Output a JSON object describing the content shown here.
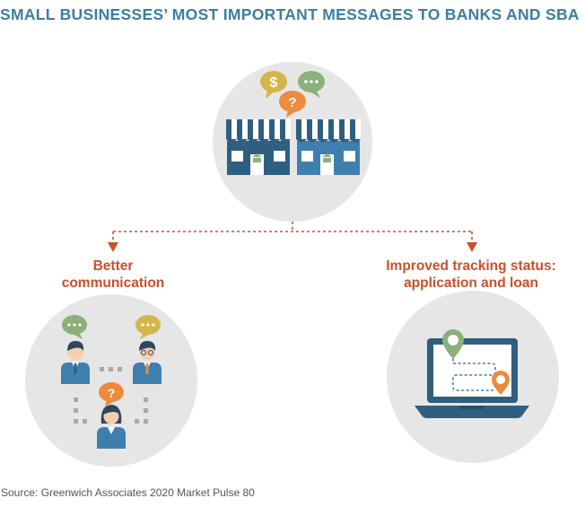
{
  "title": "SMALL BUSINESSES’ MOST IMPORTANT MESSAGES TO BANKS AND SBA",
  "left_label": {
    "line1": "Better",
    "line2": "communication"
  },
  "right_label": {
    "line1": "Improved tracking status:",
    "line2": "application and loan"
  },
  "source": "Source: Greenwich Associates 2020 Market Pulse 80",
  "icons": {
    "top": [
      "dollar-speech-bubble-icon",
      "ellipsis-speech-bubble-icon",
      "question-speech-bubble-icon",
      "storefront-icon"
    ],
    "left": [
      "person-icon",
      "speech-bubble-icon",
      "question-speech-bubble-icon"
    ],
    "right": [
      "laptop-icon",
      "location-pin-icon"
    ]
  },
  "colors": {
    "title": "#3a7ea6",
    "label": "#c8502a",
    "circle": "#e6e6e6",
    "dark_blue": "#2f5f80",
    "mid_blue": "#3f7fb0",
    "green": "#8cb07a",
    "orange": "#ec8a3e",
    "mustard": "#d4b548",
    "arrow": "#c8502a"
  }
}
